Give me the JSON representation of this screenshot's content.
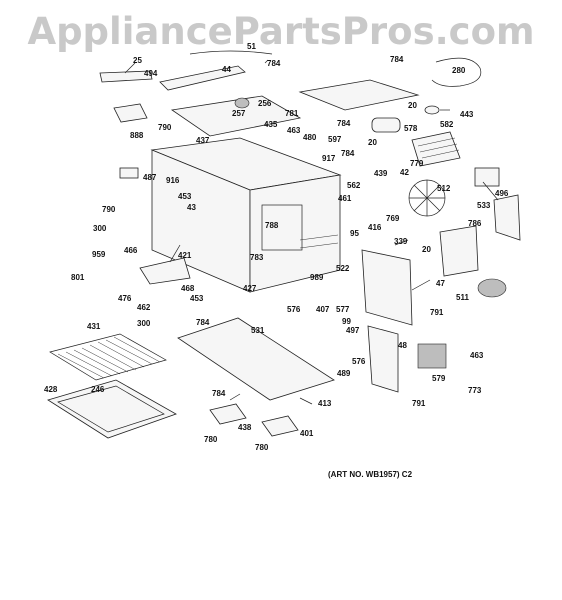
{
  "watermark": "AppliancePartsPros.com",
  "art_no": "(ART NO. WB1957) C2",
  "labels": [
    {
      "id": "l1",
      "text": "51"
    },
    {
      "id": "l2",
      "text": "44"
    },
    {
      "id": "l3",
      "text": "784"
    },
    {
      "id": "l4",
      "text": "25"
    },
    {
      "id": "l5",
      "text": "494"
    },
    {
      "id": "l6",
      "text": "784"
    },
    {
      "id": "l7",
      "text": "280"
    },
    {
      "id": "l8",
      "text": "20"
    },
    {
      "id": "l9",
      "text": "443"
    },
    {
      "id": "l10",
      "text": "256"
    },
    {
      "id": "l11",
      "text": "257"
    },
    {
      "id": "l12",
      "text": "781"
    },
    {
      "id": "l13",
      "text": "435"
    },
    {
      "id": "l14",
      "text": "463"
    },
    {
      "id": "l15",
      "text": "784"
    },
    {
      "id": "l16",
      "text": "578"
    },
    {
      "id": "l17",
      "text": "582"
    },
    {
      "id": "l18",
      "text": "790"
    },
    {
      "id": "l19",
      "text": "888"
    },
    {
      "id": "l20",
      "text": "437"
    },
    {
      "id": "l21",
      "text": "480"
    },
    {
      "id": "l22",
      "text": "597"
    },
    {
      "id": "l23",
      "text": "20"
    },
    {
      "id": "l24",
      "text": "917"
    },
    {
      "id": "l25",
      "text": "784"
    },
    {
      "id": "l26",
      "text": "779"
    },
    {
      "id": "l27",
      "text": "439"
    },
    {
      "id": "l28",
      "text": "42"
    },
    {
      "id": "l29",
      "text": "487"
    },
    {
      "id": "l30",
      "text": "916"
    },
    {
      "id": "l31",
      "text": "453"
    },
    {
      "id": "l32",
      "text": "43"
    },
    {
      "id": "l33",
      "text": "562"
    },
    {
      "id": "l34",
      "text": "512"
    },
    {
      "id": "l35",
      "text": "496"
    },
    {
      "id": "l36",
      "text": "461"
    },
    {
      "id": "l37",
      "text": "533"
    },
    {
      "id": "l38",
      "text": "790"
    },
    {
      "id": "l39",
      "text": "788"
    },
    {
      "id": "l40",
      "text": "769"
    },
    {
      "id": "l41",
      "text": "786"
    },
    {
      "id": "l42",
      "text": "300"
    },
    {
      "id": "l43",
      "text": "416"
    },
    {
      "id": "l44",
      "text": "95"
    },
    {
      "id": "l45",
      "text": "339"
    },
    {
      "id": "l46",
      "text": "20"
    },
    {
      "id": "l47",
      "text": "466"
    },
    {
      "id": "l48",
      "text": "959"
    },
    {
      "id": "l49",
      "text": "421"
    },
    {
      "id": "l50",
      "text": "783"
    },
    {
      "id": "l51",
      "text": "522"
    },
    {
      "id": "l52",
      "text": "801"
    },
    {
      "id": "l53",
      "text": "989"
    },
    {
      "id": "l54",
      "text": "47"
    },
    {
      "id": "l55",
      "text": "511"
    },
    {
      "id": "l56",
      "text": "468"
    },
    {
      "id": "l57",
      "text": "427"
    },
    {
      "id": "l58",
      "text": "476"
    },
    {
      "id": "l59",
      "text": "453"
    },
    {
      "id": "l60",
      "text": "462"
    },
    {
      "id": "l61",
      "text": "576"
    },
    {
      "id": "l62",
      "text": "407"
    },
    {
      "id": "l63",
      "text": "577"
    },
    {
      "id": "l64",
      "text": "784"
    },
    {
      "id": "l65",
      "text": "531"
    },
    {
      "id": "l66",
      "text": "99"
    },
    {
      "id": "l67",
      "text": "791"
    },
    {
      "id": "l68",
      "text": "431"
    },
    {
      "id": "l69",
      "text": "300"
    },
    {
      "id": "l70",
      "text": "497"
    },
    {
      "id": "l71",
      "text": "48"
    },
    {
      "id": "l72",
      "text": "576"
    },
    {
      "id": "l73",
      "text": "463"
    },
    {
      "id": "l74",
      "text": "489"
    },
    {
      "id": "l75",
      "text": "579"
    },
    {
      "id": "l76",
      "text": "773"
    },
    {
      "id": "l77",
      "text": "428"
    },
    {
      "id": "l78",
      "text": "246"
    },
    {
      "id": "l79",
      "text": "784"
    },
    {
      "id": "l80",
      "text": "413"
    },
    {
      "id": "l81",
      "text": "791"
    },
    {
      "id": "l82",
      "text": "438"
    },
    {
      "id": "l83",
      "text": "401"
    },
    {
      "id": "l84",
      "text": "780"
    },
    {
      "id": "l85",
      "text": "780"
    }
  ]
}
